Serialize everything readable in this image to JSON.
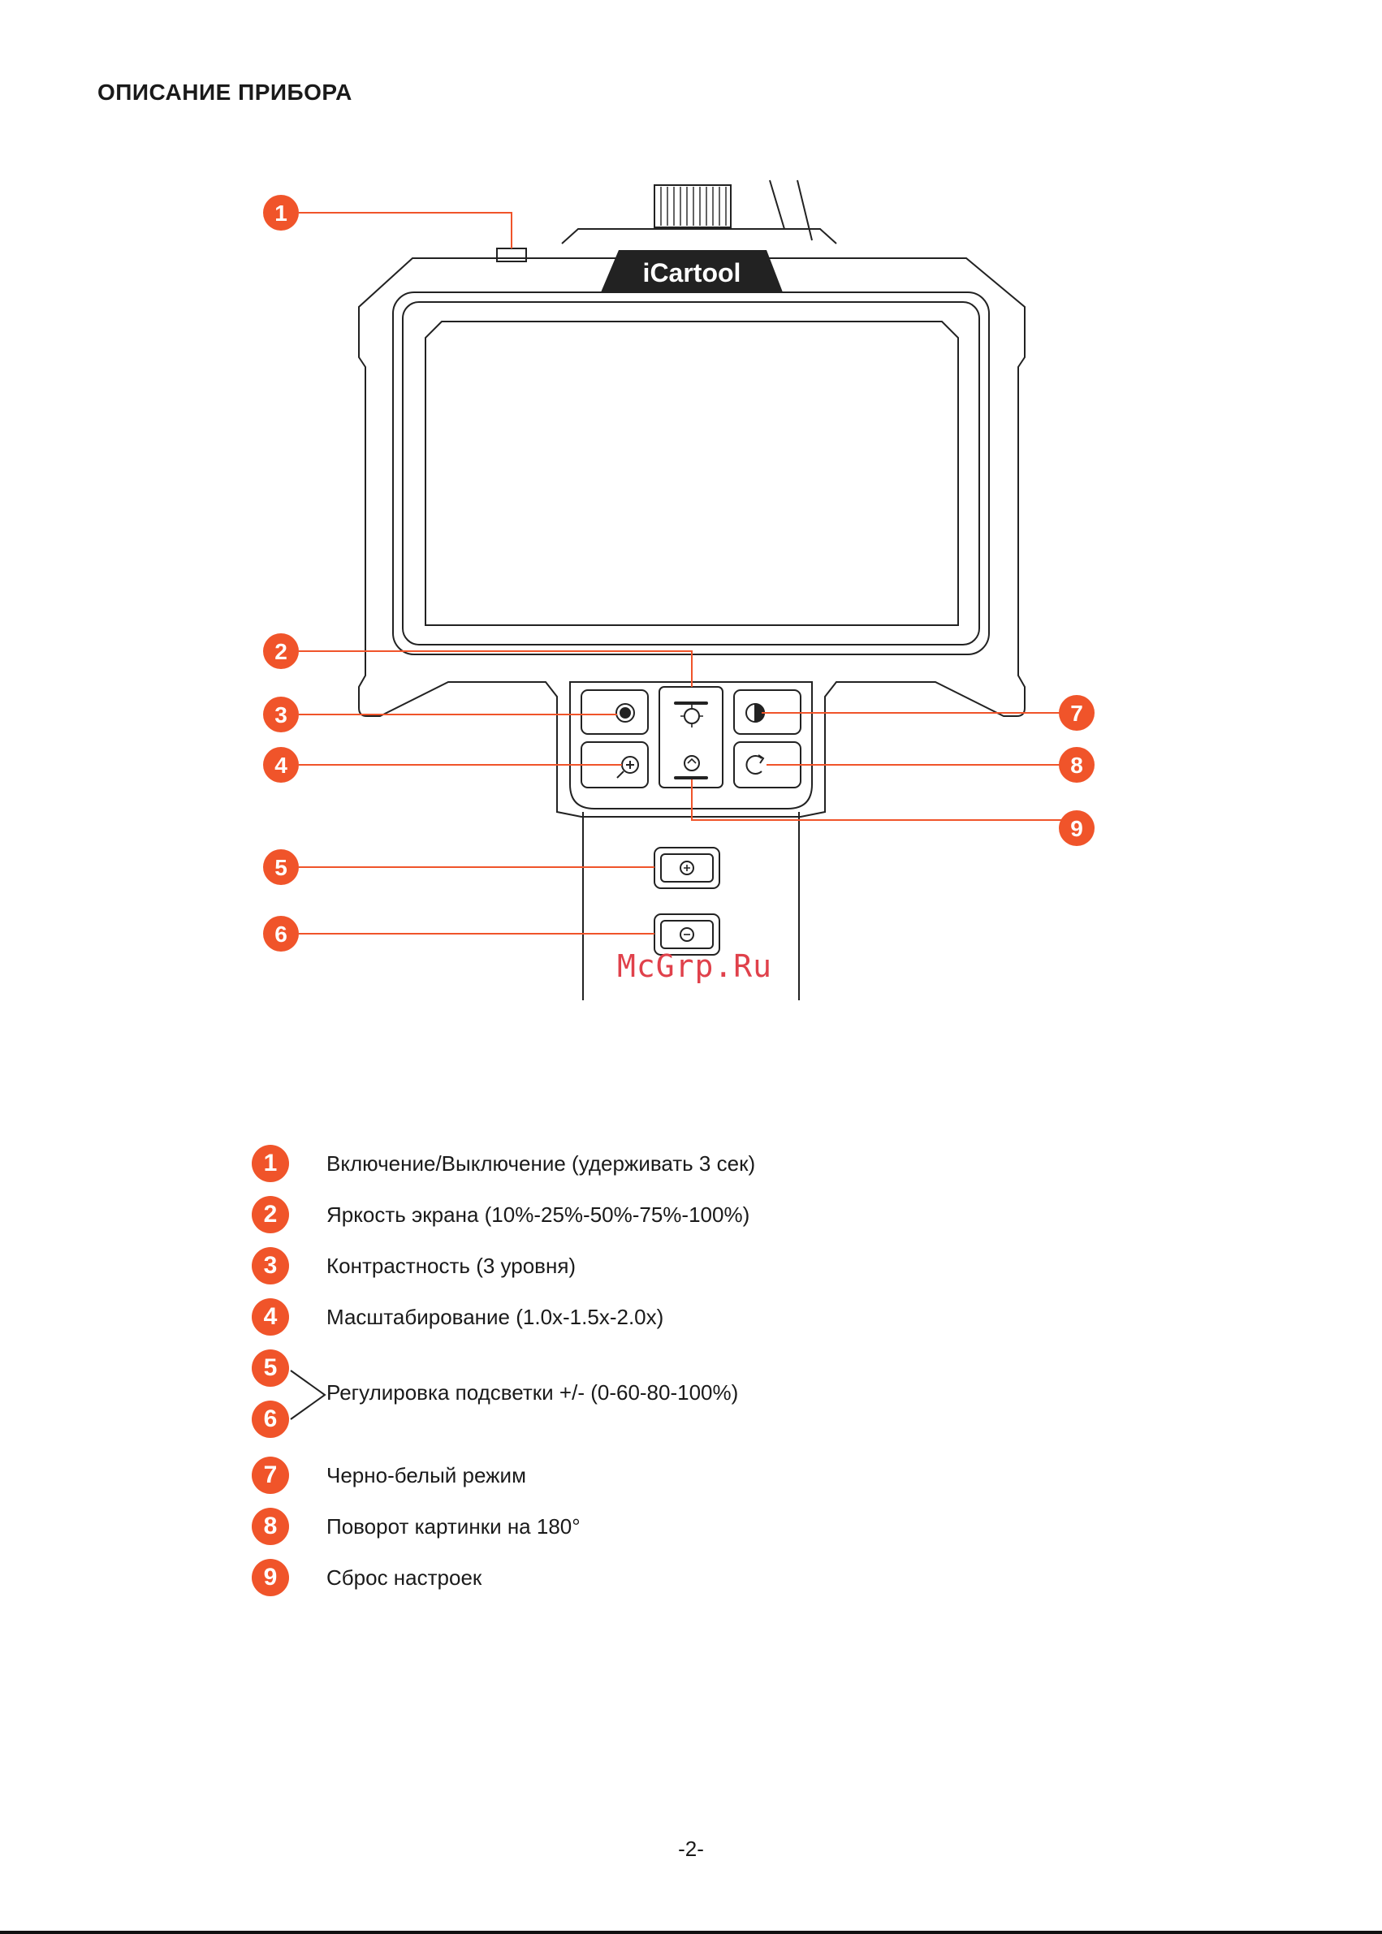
{
  "page": {
    "title": "ОПИСАНИЕ ПРИБОРА",
    "page_number": "-2-",
    "watermark": "McGrp.Ru"
  },
  "device": {
    "brand_logo": "iCartool",
    "callouts": [
      "1",
      "2",
      "3",
      "4",
      "5",
      "6",
      "7",
      "8",
      "9"
    ],
    "accent_color": "#f0542a",
    "button_icons": [
      "brightness-icon",
      "reset-icon",
      "contrast-dot-icon",
      "zoom-in-icon",
      "half-circle-contrast-icon",
      "rotate-icon",
      "light-plus-icon",
      "light-minus-icon"
    ]
  },
  "legend": [
    {
      "num": "1",
      "text": "Включение/Выключение (удерживать 3 сек)"
    },
    {
      "num": "2",
      "text": "Яркость экрана (10%-25%-50%-75%-100%)"
    },
    {
      "num": "3",
      "text": "Контрастность (3 уровня)"
    },
    {
      "num": "4",
      "text": "Масштабирование (1.0х-1.5х-2.0х)"
    },
    {
      "num": "5",
      "text": ""
    },
    {
      "num": "6",
      "text": "Регулировка подсветки +/- (0-60-80-100%)"
    },
    {
      "num": "7",
      "text": "Черно-белый режим"
    },
    {
      "num": "8",
      "text": "Поворот картинки на 180°"
    },
    {
      "num": "9",
      "text": "Сброс настроек"
    }
  ]
}
